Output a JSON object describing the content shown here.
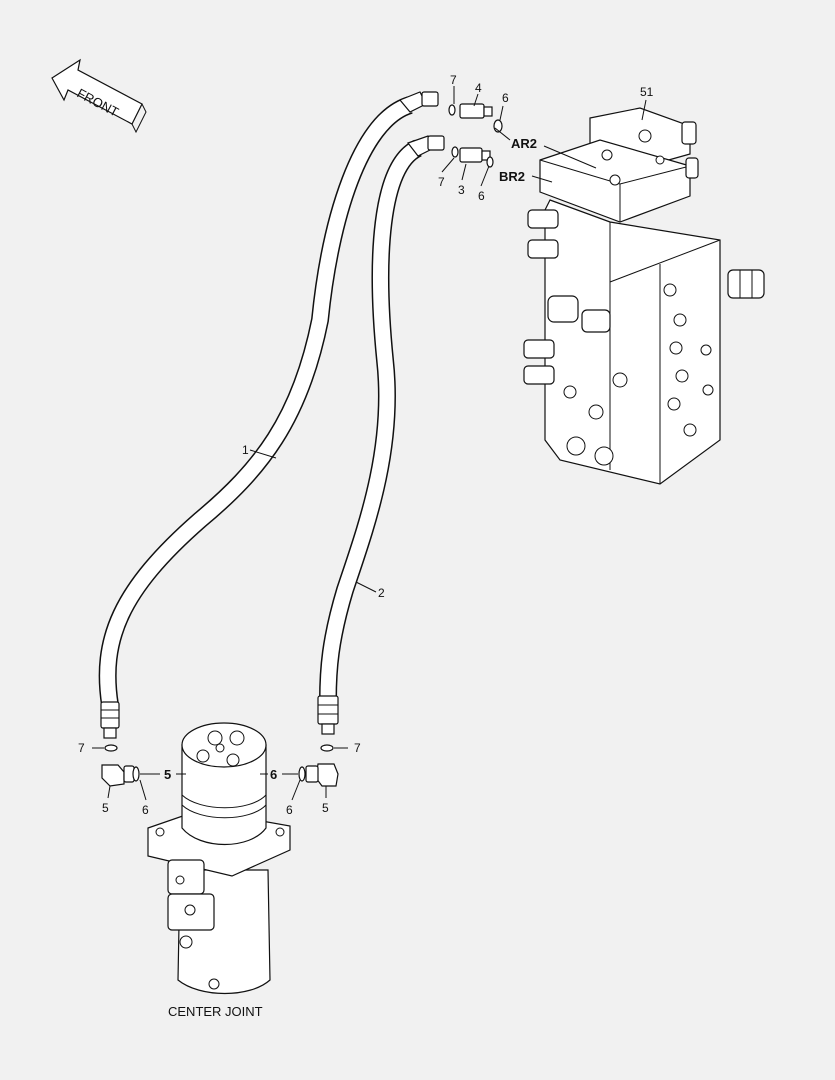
{
  "front_label": "FRONT",
  "center_joint_label": "CENTER JOINT",
  "ports": {
    "ar2": "AR2",
    "br2": "BR2"
  },
  "callouts": {
    "c1": "1",
    "c2": "2",
    "c3": "3",
    "c4": "4",
    "c51": "51",
    "c5l": "5",
    "c5r": "5",
    "c5lb": "5",
    "c6rb": "6",
    "c6t": "6",
    "c6m": "6",
    "c6l": "6",
    "c6r": "6",
    "c7t": "7",
    "c7m": "7",
    "c7l": "7",
    "c7r": "7"
  }
}
